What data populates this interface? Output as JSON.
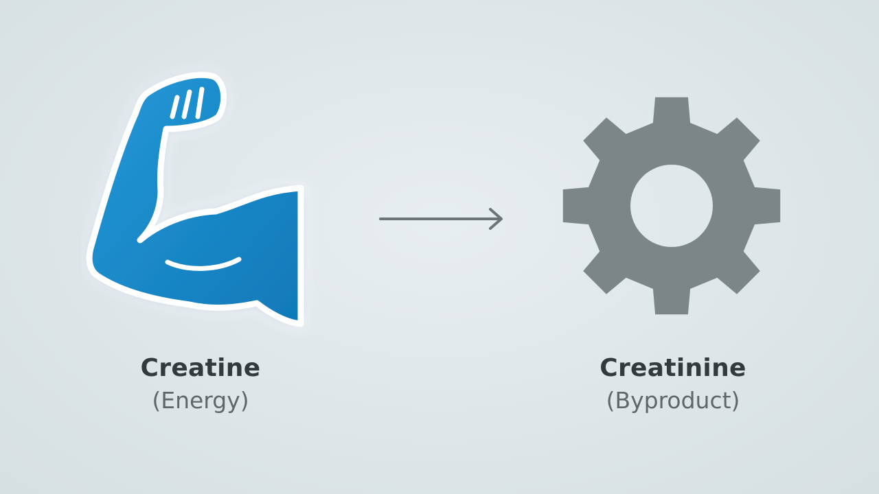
{
  "nodes": [
    {
      "title": "Creatine",
      "subtitle": "(Energy)",
      "icon": "flexed-arm-icon",
      "color": "#1a86c6"
    },
    {
      "title": "Creatinine",
      "subtitle": "(Byproduct)",
      "icon": "gear-icon",
      "color": "#7c8587"
    }
  ],
  "edge": {
    "icon": "right-arrow-icon",
    "color": "#6c7476"
  }
}
